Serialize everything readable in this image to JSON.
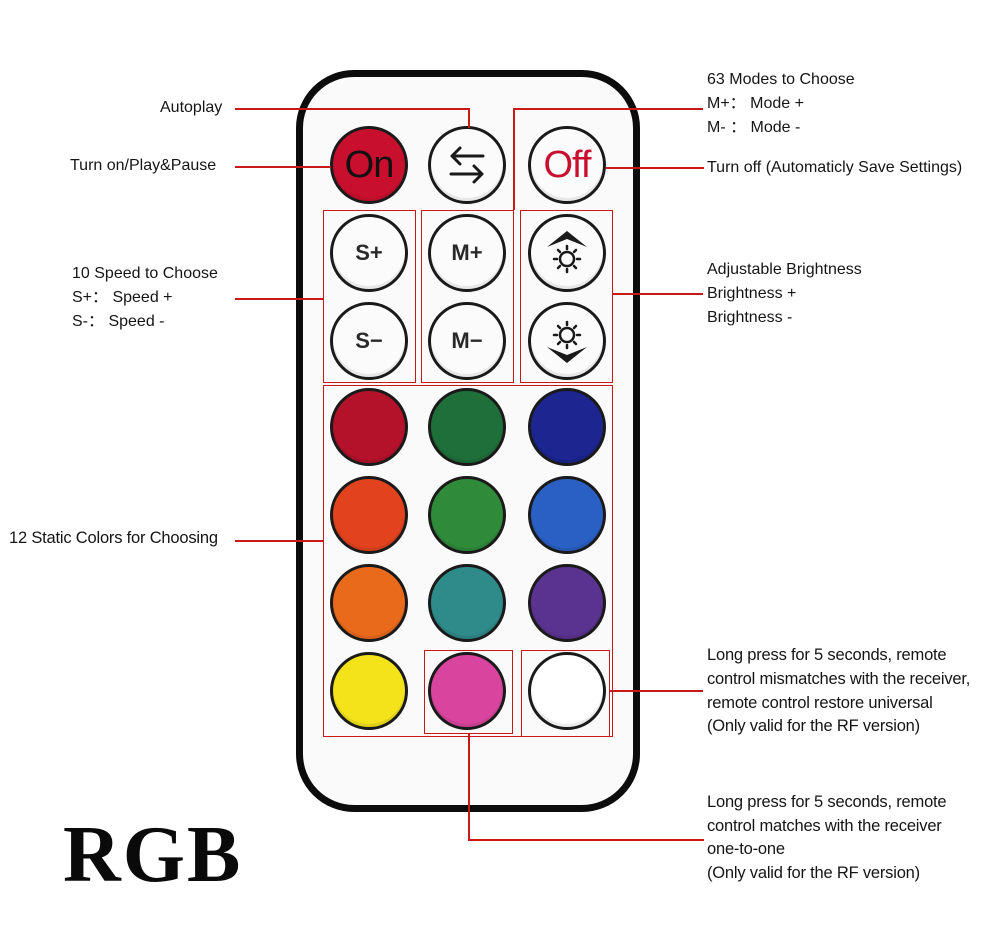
{
  "title": "RGB",
  "buttons": {
    "on": "On",
    "off": "Off",
    "speed_up": "S+",
    "speed_down": "S−",
    "mode_up": "M+",
    "mode_down": "M−"
  },
  "colors": {
    "row1": [
      "#b3122a",
      "#1f6f3a",
      "#1c2590"
    ],
    "row2": [
      "#e2431e",
      "#2f8a3a",
      "#2a5fc4"
    ],
    "row3": [
      "#ea6a1c",
      "#2f8a8a",
      "#5a3290"
    ],
    "row4": [
      "#f4e21a",
      "#d9449e",
      "#ffffff"
    ]
  },
  "labels": {
    "autoplay": "Autoplay",
    "turn_on": "Turn on/Play&Pause",
    "speed_title": "10 Speed to Choose",
    "speed_plus": "S+： Speed +",
    "speed_minus": "S-： Speed -",
    "static_colors": "12 Static Colors for Choosing",
    "modes_title": "63 Modes to Choose",
    "mode_plus": "M+： Mode +",
    "mode_minus": "M- ： Mode -",
    "turn_off": "Turn off (Automaticly Save Settings)",
    "brightness_title": "Adjustable Brightness",
    "brightness_plus": "Brightness +",
    "brightness_minus": "Brightness  -",
    "white_line1": "Long press for 5 seconds, remote",
    "white_line2": "control mismatches with the receiver,",
    "white_line3": "remote control restore universal",
    "white_line4": "(Only valid for the RF version)",
    "pink_line1": "Long press for 5 seconds, remote",
    "pink_line2": "control matches with the receiver",
    "pink_line3": "one-to-one",
    "pink_line4": "(Only valid for the RF version)"
  },
  "icons": {
    "autoplay": "swap-arrows-icon",
    "brightness_up": "sun-up-icon",
    "brightness_down": "sun-down-icon"
  }
}
